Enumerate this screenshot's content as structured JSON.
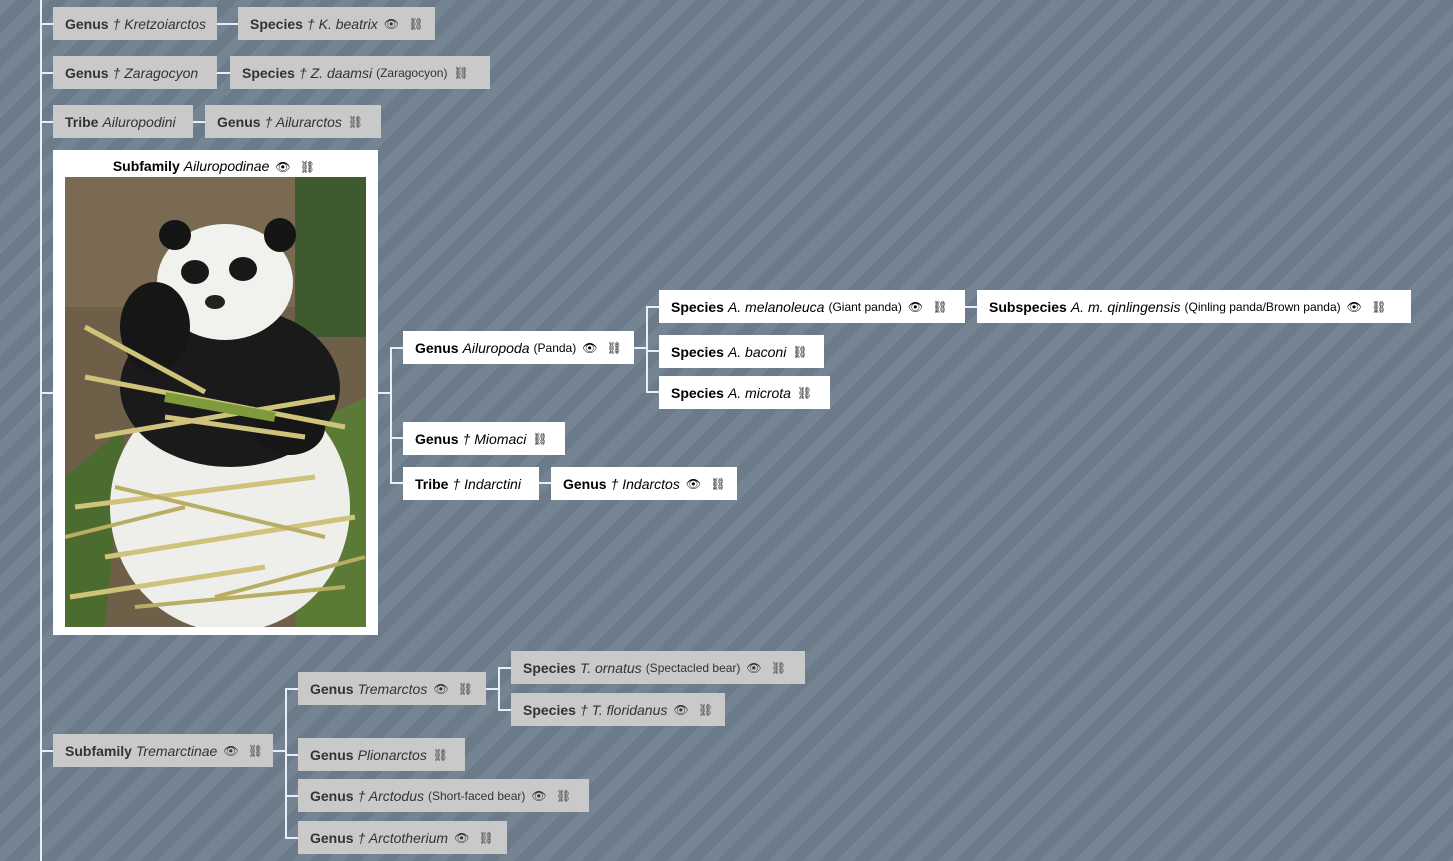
{
  "nodes": {
    "kretzoiarctos": {
      "rank": "Genus",
      "name": "† Kretzoiarctos",
      "icons": ""
    },
    "k_beatrix": {
      "rank": "Species",
      "name": "† K. beatrix",
      "icons": "👁 ⛓"
    },
    "zaragocyon": {
      "rank": "Genus",
      "name": "† Zaragocyon",
      "icons": ""
    },
    "z_daamsi": {
      "rank": "Species",
      "name": "† Z. daamsi",
      "common": "(Zaragocyon)",
      "icons": "⛓"
    },
    "ailuropodini": {
      "rank": "Tribe",
      "name": "Ailuropodini",
      "icons": ""
    },
    "ailurarctos": {
      "rank": "Genus",
      "name": "† Ailurarctos",
      "icons": "⛓"
    },
    "ailuropodinae": {
      "rank": "Subfamily",
      "name": "Ailuropodinae",
      "icons": "👁 ⛓"
    },
    "ailuropoda": {
      "rank": "Genus",
      "name": "Ailuropoda",
      "common": "(Panda)",
      "icons": "👁 ⛓"
    },
    "melanoleuca": {
      "rank": "Species",
      "name": "A. melanoleuca",
      "common": "(Giant panda)",
      "icons": "👁 ⛓"
    },
    "qinlingensis": {
      "rank": "Subspecies",
      "name": "A. m. qinlingensis",
      "common": "(Qinling panda/Brown panda)",
      "icons": "👁 ⛓"
    },
    "baconi": {
      "rank": "Species",
      "name": "A. baconi",
      "icons": "⛓"
    },
    "microta": {
      "rank": "Species",
      "name": "A. microta",
      "icons": "⛓"
    },
    "miomaci": {
      "rank": "Genus",
      "name": "† Miomaci",
      "icons": "⛓"
    },
    "indarctini": {
      "rank": "Tribe",
      "name": "† Indarctini",
      "icons": ""
    },
    "indarctos": {
      "rank": "Genus",
      "name": "† Indarctos",
      "icons": "👁 ⛓"
    },
    "tremarctinae": {
      "rank": "Subfamily",
      "name": "Tremarctinae",
      "icons": "👁 ⛓"
    },
    "tremarctos": {
      "rank": "Genus",
      "name": "Tremarctos",
      "icons": "👁 ⛓"
    },
    "ornatus": {
      "rank": "Species",
      "name": "T. ornatus",
      "common": "(Spectacled bear)",
      "icons": "👁 ⛓"
    },
    "floridanus": {
      "rank": "Species",
      "name": "† T. floridanus",
      "icons": "👁 ⛓"
    },
    "plionarctos": {
      "rank": "Genus",
      "name": "Plionarctos",
      "icons": "⛓"
    },
    "arctodus": {
      "rank": "Genus",
      "name": "† Arctodus",
      "common": "(Short-faced bear)",
      "icons": "👁 ⛓"
    },
    "arctotherium": {
      "rank": "Genus",
      "name": "† Arctotherium",
      "icons": "👁 ⛓"
    }
  },
  "colors": {
    "connector": "#e8eef4",
    "highlight": "#ffffff",
    "dimmed": "#c9c9c9",
    "background": "#6f7f8f"
  },
  "icon_names": {
    "eye": "view-icon",
    "chain": "link-icon"
  }
}
